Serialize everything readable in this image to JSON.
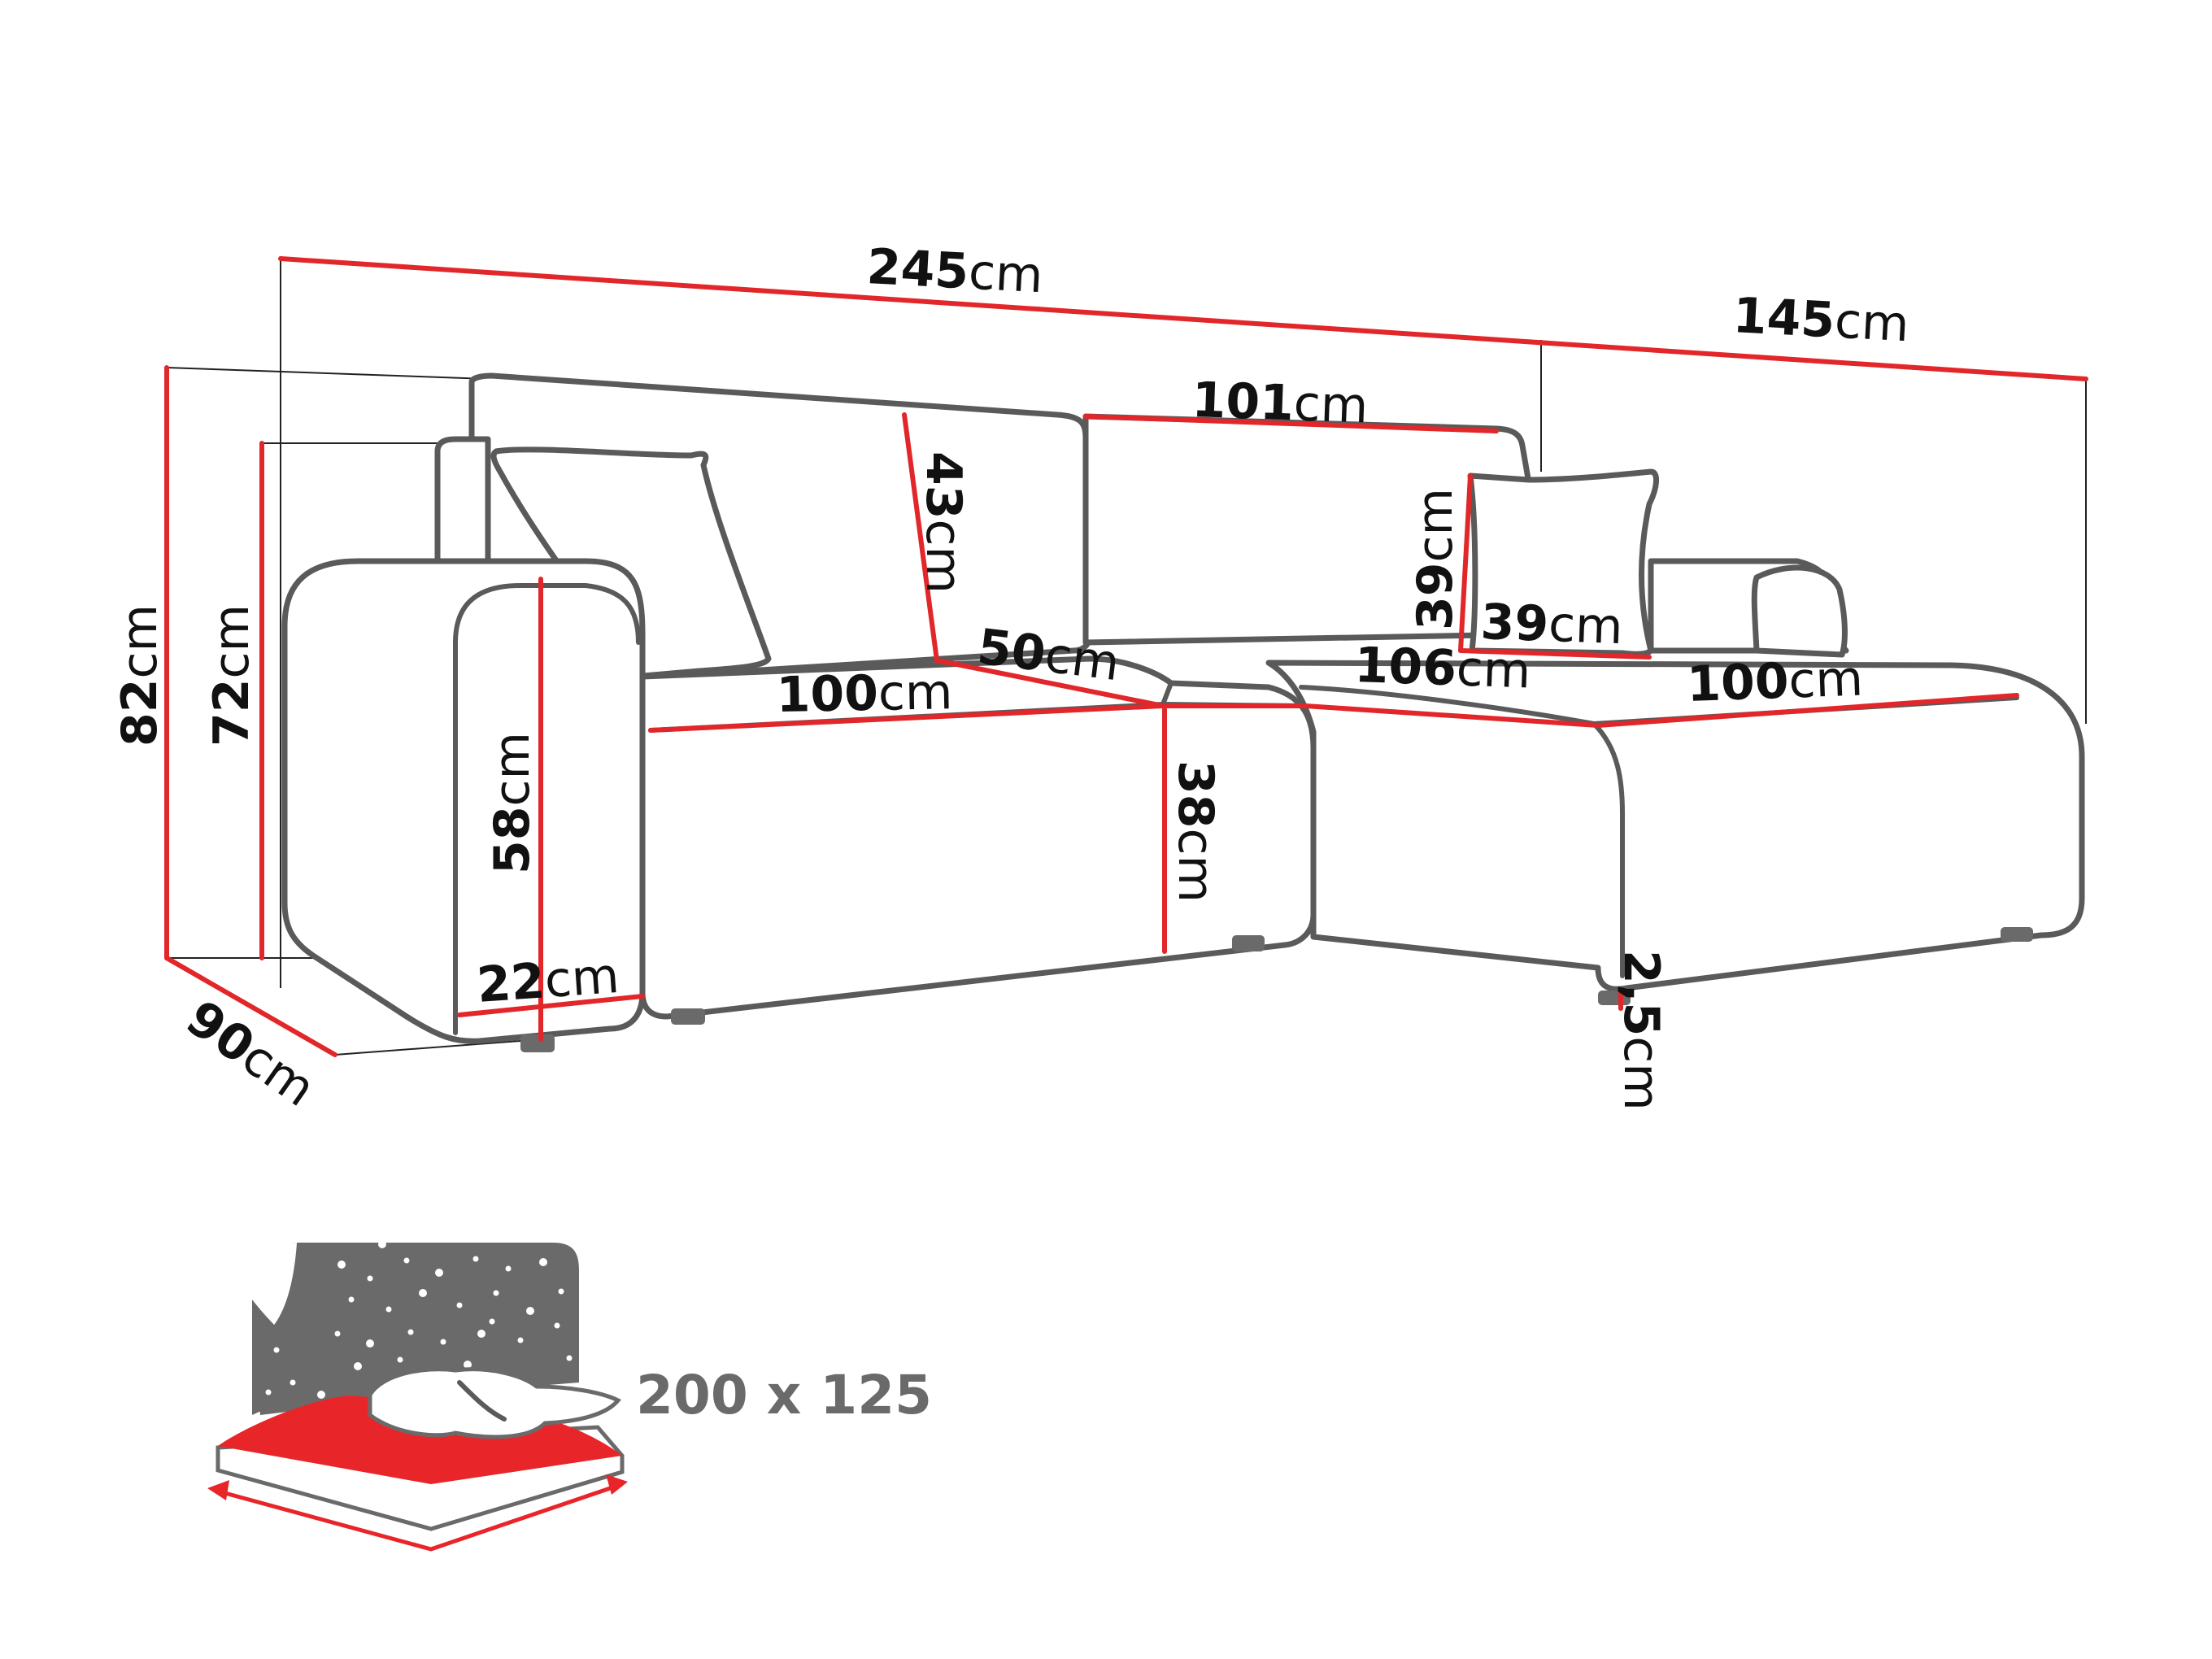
{
  "colors": {
    "dimension_line": "#e2272a",
    "sofa_outline": "#5a5a5a",
    "label_text": "#111111",
    "bed_icon_gray": "#6a6a6a",
    "bed_mattress": "#e8262a"
  },
  "dimensions": {
    "d245": {
      "num": "245",
      "unit": "cm"
    },
    "d145": {
      "num": "145",
      "unit": "cm"
    },
    "d101": {
      "num": "101",
      "unit": "cm"
    },
    "d43": {
      "num": "43",
      "unit": "cm"
    },
    "d39v": {
      "num": "39",
      "unit": "cm"
    },
    "d39h": {
      "num": "39",
      "unit": "cm"
    },
    "d82": {
      "num": "82",
      "unit": "cm"
    },
    "d72": {
      "num": "72",
      "unit": "cm"
    },
    "d58": {
      "num": "58",
      "unit": "cm"
    },
    "d100a": {
      "num": "100",
      "unit": "cm"
    },
    "d50": {
      "num": "50",
      "unit": "cm"
    },
    "d106": {
      "num": "106",
      "unit": "cm"
    },
    "d100b": {
      "num": "100",
      "unit": "cm"
    },
    "d38": {
      "num": "38",
      "unit": "cm"
    },
    "d22": {
      "num": "22",
      "unit": "cm"
    },
    "d90": {
      "num": "90",
      "unit": "cm"
    },
    "d25": {
      "num": "2,5",
      "unit": "cm"
    }
  },
  "bed": {
    "size_label": "200 x 125",
    "icon": "bed-night-stars-icon"
  }
}
